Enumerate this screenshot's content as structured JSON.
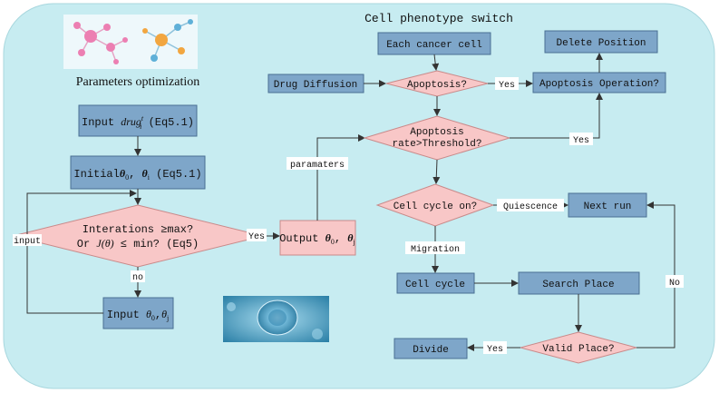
{
  "colors": {
    "background_panel": "#c7ecf1",
    "blue_box_fill": "#7ea6c9",
    "blue_box_stroke": "#4a6f93",
    "pink_fill": "#f8c7c7",
    "pink_stroke": "#c98a8a",
    "arrow": "#333333"
  },
  "titles": {
    "left": "Parameters optimization",
    "right": "Cell phenotype switch"
  },
  "left": {
    "input_drug": {
      "prefix": "Input ",
      "math": "drug",
      "sup": "t",
      "sub": "i",
      "suffix": " (Eq5.1)"
    },
    "initial": {
      "prefix": "Initial",
      "math1": "θ",
      "sub1": "0",
      "sep": ", ",
      "math2": "θ",
      "sub2": "i",
      "suffix": " (Eq5.1)"
    },
    "decision_line1": "Interations ≥max?",
    "decision_line2": {
      "prefix": "Or ",
      "math": "J",
      "paren": "(θ)",
      "suffix": " ≤  min? (Eq5)"
    },
    "output": {
      "prefix": "Output ",
      "math1": "θ",
      "sub1": "0",
      "sep": ", ",
      "math2": "θ",
      "sub2": "j"
    },
    "input_theta": {
      "prefix": "Input ",
      "math1": "θ",
      "sub1": "0",
      "sep": ",",
      "math2": "θ",
      "sub2": "j"
    },
    "label_yes": "Yes",
    "label_no": "no",
    "label_input": "input",
    "label_paramaters": "paramaters"
  },
  "right": {
    "each_cancer_cell": "Each cancer cell",
    "delete_position": "Delete Position",
    "drug_diffusion": "Drug Diffusion",
    "apoptosis_q": "Apoptosis?",
    "apoptosis_operation": "Apoptosis Operation?",
    "apoptosis_rate_line1": "Apoptosis",
    "apoptosis_rate_line2": "rate>Threshold?",
    "cell_cycle_on": "Cell cycle on?",
    "next_run": "Next run",
    "cell_cycle": "Cell cycle",
    "search_place": "Search Place",
    "valid_place": "Valid Place?",
    "divide": "Divide",
    "label_yes_apoptosis": "Yes",
    "label_yes_rate": "Yes",
    "label_quiescence": "Quiescence",
    "label_migration": "Migration",
    "label_no": "No",
    "label_yes_divide": "Yes"
  },
  "images": {
    "molecules": "molecule-network-illustration",
    "cell": "cell-microscopy-illustration"
  }
}
